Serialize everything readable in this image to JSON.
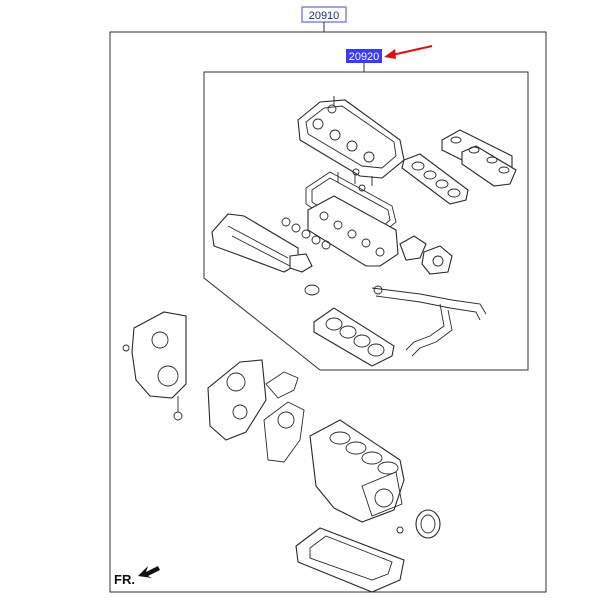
{
  "diagram": {
    "main_part_number": "20910",
    "sub_part_number": "20920",
    "front_label": "FR.",
    "colors": {
      "highlight_fill": "#3a3aff",
      "highlight_text": "#ffffff",
      "main_label_border": "#5b6fd6",
      "arrow": "#e01010",
      "line": "#2a2a2a"
    },
    "icons": [
      "front-direction-arrow-icon",
      "callout-arrow-icon"
    ]
  }
}
